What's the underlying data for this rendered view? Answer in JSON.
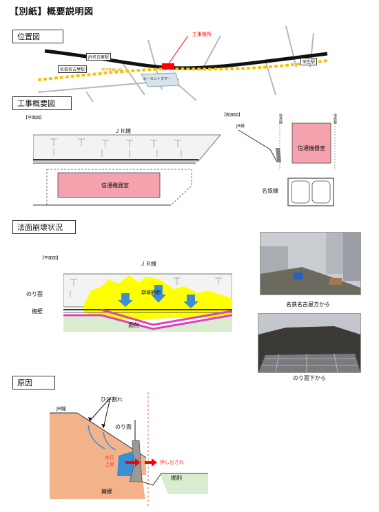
{
  "page": {
    "title": "【別紙】概要説明図"
  },
  "sections": {
    "location": "位置図",
    "overview": "工事概要図",
    "collapse": "法面崩壊状況",
    "cause": "原因"
  },
  "location_map": {
    "construction_site": "工事箇所",
    "jr_nagoya": "JR名古屋駅",
    "meitetsu_nagoya": "名鉄名古屋駅",
    "underground": "地下鉄東山線",
    "lucent_tower": "ルーセントタワー",
    "sako": "栄生駅"
  },
  "overview_diagram": {
    "plan_label": "【平面図】",
    "section_label": "【断面図】",
    "jr_line": "ＪＲ線",
    "jr_line_short": "JR線",
    "room": "信通機器室",
    "meitetsu_line": "名鉄線",
    "boundary1": "境界線",
    "boundary2": "境界線"
  },
  "collapse_diagram": {
    "plan_label": "【平面図】",
    "jr_line": "ＪＲ線",
    "slope": "のり面",
    "retaining_wall": "擁壁",
    "collapse_area": "崩壊範囲",
    "excavation": "掘削",
    "photo1_caption": "名鉄名古屋方から",
    "photo2_caption": "のり面下から"
  },
  "cause_diagram": {
    "jr_line": "JR線",
    "crack": "ひび割れ",
    "slope": "のり面",
    "water_pressure_1": "水圧",
    "water_pressure_2": "上昇",
    "pushed_out": "押し出され",
    "retaining_wall": "擁壁",
    "excavation": "掘削"
  },
  "colors": {
    "room_pink": "#f4a3ae",
    "collapse_yellow": "#ffff00",
    "arrow_blue": "#3a8fd6",
    "excavation_green": "#d9ecd0",
    "soil_orange": "#f3b38a",
    "construction_red": "#ff0000",
    "magenta_line": "#e040c0",
    "subway_yellow": "#f5c400"
  }
}
